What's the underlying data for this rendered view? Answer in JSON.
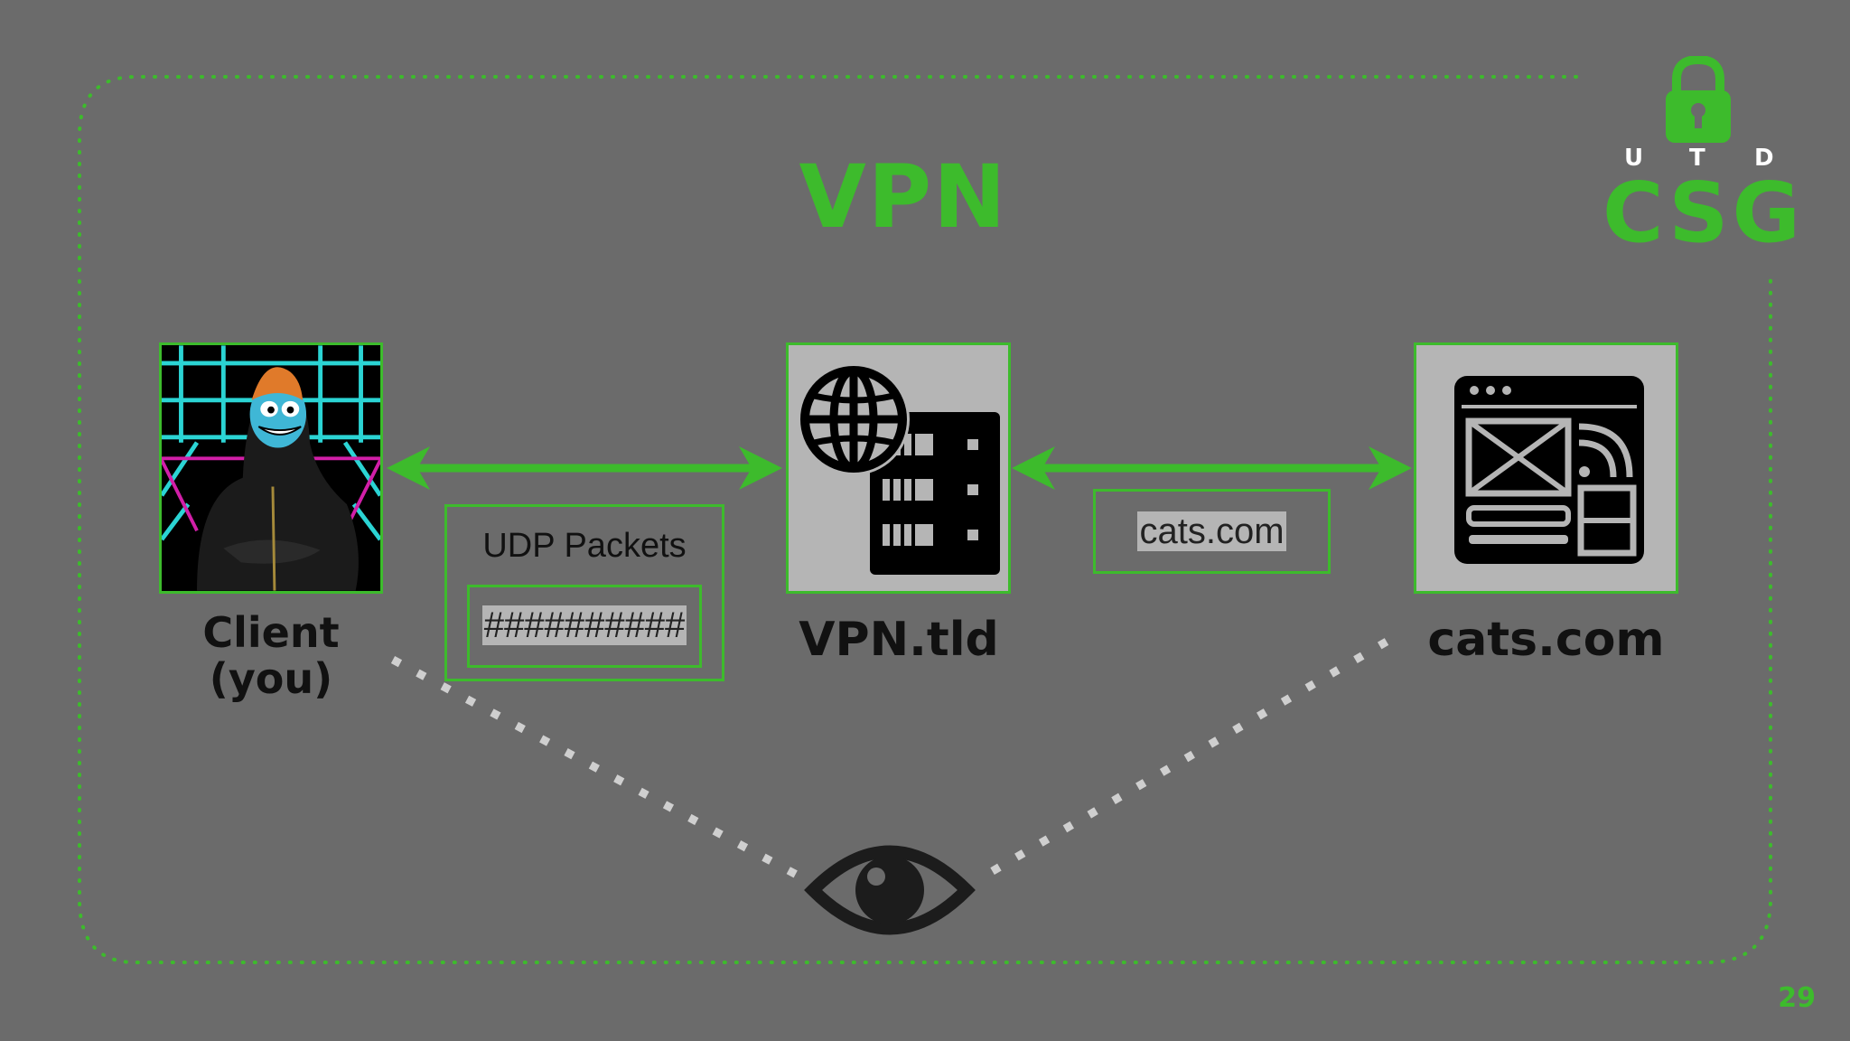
{
  "slide": {
    "title": "VPN",
    "page_number": "29"
  },
  "logo": {
    "letters": [
      "U",
      "T",
      "D"
    ],
    "name": "CSG",
    "icon": "padlock-icon"
  },
  "nodes": {
    "client": {
      "label_line1": "Client",
      "label_line2": "(you)",
      "icon": "hooded-hacker-avatar"
    },
    "vpn": {
      "label": "VPN.tld",
      "icon": "globe-server-icon"
    },
    "site": {
      "label": "cats.com",
      "icon": "web-browser-icon"
    }
  },
  "packets": {
    "udp_title": "UDP Packets",
    "udp_payload": "##########",
    "plain_payload": "cats.com"
  },
  "observer": {
    "icon": "eye-icon"
  },
  "colors": {
    "background": "#6b6b6b",
    "accent": "#3dbb2c",
    "node_fill": "#b5b5b5",
    "text": "#111111"
  }
}
